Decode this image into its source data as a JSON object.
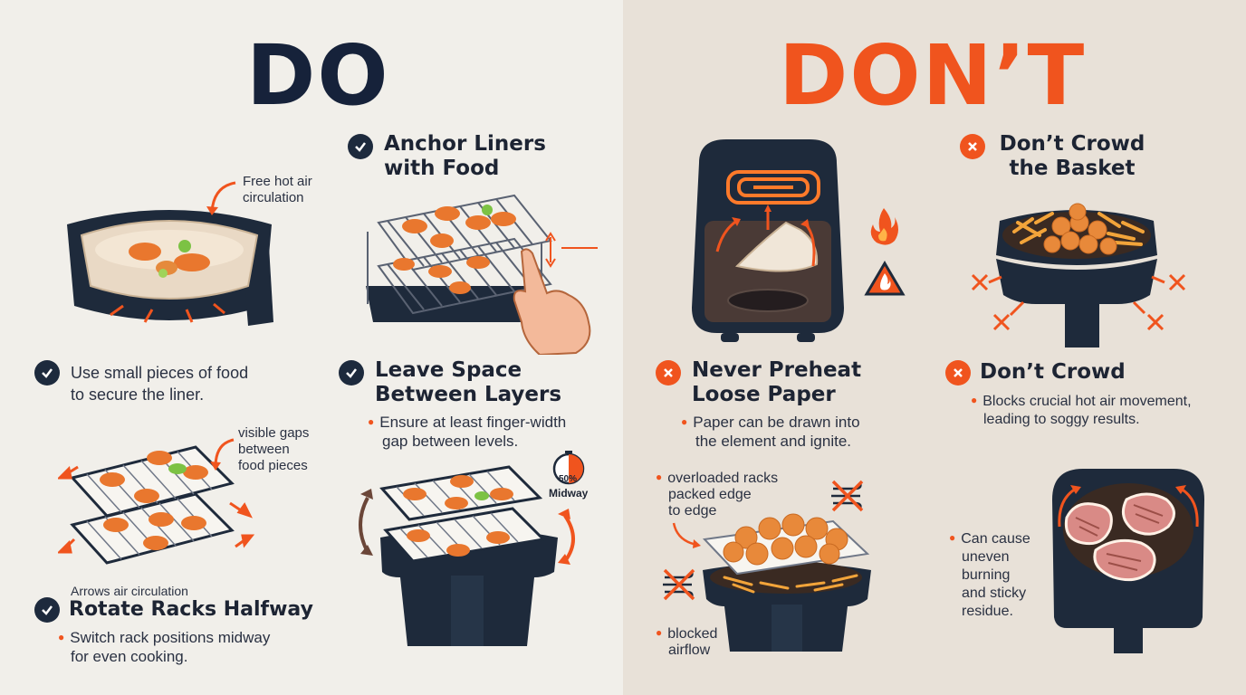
{
  "do": {
    "title": "DO",
    "anchor": {
      "title_line1": "Anchor Liners",
      "title_line2": "with Food"
    },
    "liner": {
      "anno_line1": "Free hot air",
      "anno_line2": "circulation",
      "text_line1": "Use small pieces of food",
      "text_line2": "to secure the liner."
    },
    "leave_space": {
      "title_line1": "Leave Space",
      "title_line2": "Between Layers",
      "text_line1": "Ensure at least finger-width",
      "text_line2": "gap between levels."
    },
    "gaps": {
      "anno_line1": "visible gaps",
      "anno_line2": "between",
      "anno_line3": "food pieces"
    },
    "rotate": {
      "caption": "Arrows air circulation",
      "title": "Rotate Racks Halfway",
      "text_line1": "Switch rack positions midway",
      "text_line2": "for even cooking."
    },
    "timer": {
      "percent": "50%",
      "label": "Midway",
      "fraction": 0.5
    }
  },
  "dont": {
    "title": "DON’T",
    "crowd_basket": {
      "title_line1": "Don’t Crowd",
      "title_line2": "the Basket"
    },
    "preheat": {
      "title_line1": "Never Preheat",
      "title_line2": "Loose Paper",
      "text_line1": "Paper can be drawn into",
      "text_line2": "the element and ignite."
    },
    "crowd": {
      "title": "Don’t Crowd",
      "text_line1": "Blocks crucial hot air movement,",
      "text_line2": "leading to soggy results."
    },
    "overload": {
      "anno_line1": "overloaded racks",
      "anno_line2": "packed edge",
      "anno_line3": "to edge",
      "blocked_line1": "blocked",
      "blocked_line2": "airflow"
    },
    "uneven": {
      "line1": "Can cause",
      "line2": "uneven",
      "line3": "burning",
      "line4": "and sticky",
      "line5": "residue."
    }
  },
  "colors": {
    "navy": "#16223a",
    "orange": "#f0541e",
    "do_bg": "#f1efea",
    "dont_bg": "#e8e1d8"
  }
}
